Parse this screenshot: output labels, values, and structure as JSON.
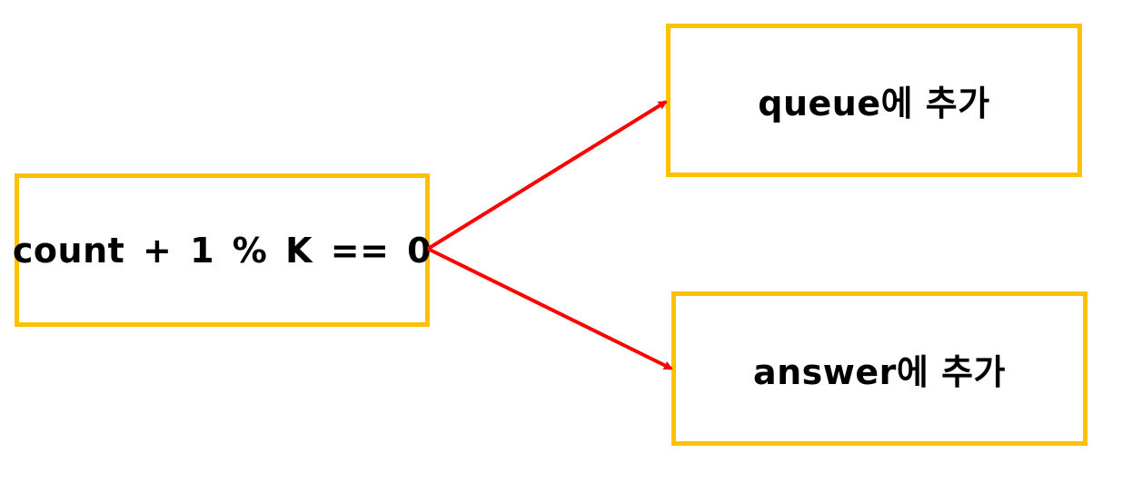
{
  "diagram": {
    "colors": {
      "box_border": "#FFC000",
      "arrow": "#FF0000",
      "text": "#000000",
      "background": "#FFFFFF"
    },
    "nodes": [
      {
        "id": "condition",
        "label": "count + 1 % K == 0"
      },
      {
        "id": "queue",
        "label": "queue에 추가"
      },
      {
        "id": "answer",
        "label": "answer에 추가"
      }
    ],
    "edges": [
      {
        "from": "condition",
        "to": "queue"
      },
      {
        "from": "condition",
        "to": "answer"
      }
    ]
  }
}
